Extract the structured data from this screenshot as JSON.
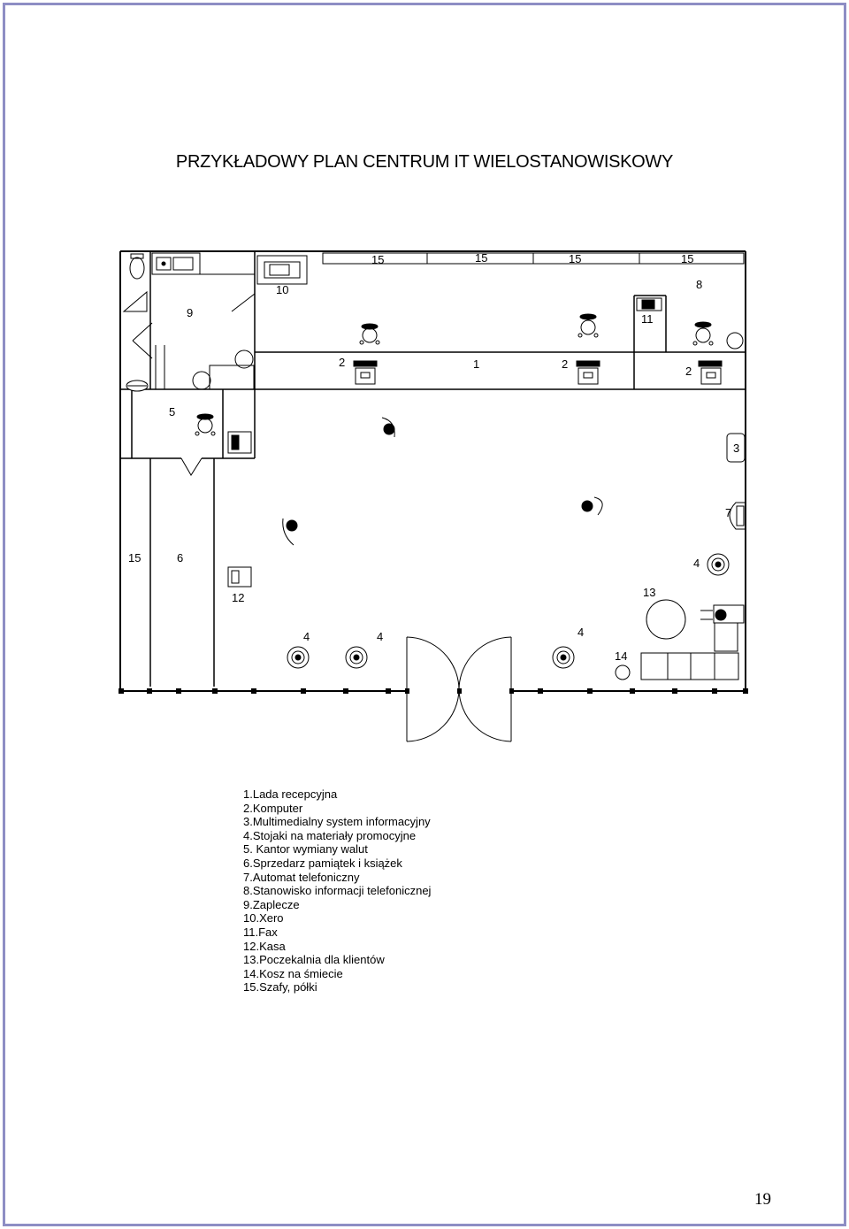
{
  "page": {
    "title": "PRZYKŁADOWY PLAN CENTRUM IT WIELOSTANOWISKOWY",
    "page_number": "19",
    "frame_color": "#8e8ec4"
  },
  "plan_labels": {
    "shelf_top_1": "15",
    "shelf_top_2": "15",
    "shelf_top_3": "15",
    "shelf_top_4": "15",
    "shelf_left": "15",
    "xero": "10",
    "backroom": "9",
    "fax": "11",
    "phone_info": "8",
    "reception": "1",
    "computer_1": "2",
    "computer_2": "2",
    "computer_3": "2",
    "exchange": "5",
    "infosystem": "3",
    "phone": "7",
    "seller": "6",
    "cashdesk": "12",
    "waiting": "13",
    "bin": "14",
    "stand_1": "4",
    "stand_2": "4",
    "stand_3": "4",
    "stand_4": "4"
  },
  "legend": [
    "1.Lada recepcyjna",
    "2.Komputer",
    "3.Multimedialny system informacyjny",
    "4.Stojaki na materiały promocyjne",
    "5. Kantor wymiany walut",
    "6.Sprzedarz pamiątek i książek",
    "7.Automat telefoniczny",
    "8.Stanowisko informacji telefonicznej",
    "9.Zaplecze",
    "10.Xero",
    "11.Fax",
    "12.Kasa",
    "13.Poczekalnia dla klientów",
    "14.Kosz na śmiecie",
    "15.Szafy, półki"
  ]
}
